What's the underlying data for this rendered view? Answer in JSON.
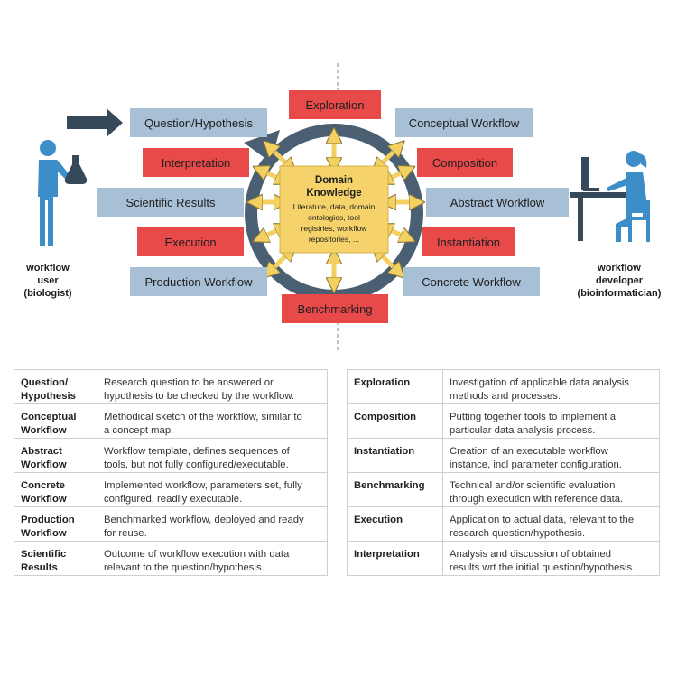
{
  "boxes": {
    "question": "Question/Hypothesis",
    "exploration": "Exploration",
    "conceptual": "Conceptual Workflow",
    "interpretation": "Interpretation",
    "composition": "Composition",
    "scientific_results": "Scientific Results",
    "abstract": "Abstract Workflow",
    "execution": "Execution",
    "instantiation": "Instantiation",
    "production": "Production Workflow",
    "concrete": "Concrete Workflow",
    "benchmarking": "Benchmarking"
  },
  "domain_knowledge": {
    "title1": "Domain",
    "title2": "Knowledge",
    "line1": "Literature, data, domain",
    "line2": "ontologies, tool",
    "line3": "registries, workflow",
    "line4": "repositories, ..."
  },
  "user": {
    "line1": "workflow",
    "line2": "user",
    "line3": "(biologist)"
  },
  "developer": {
    "line1": "workflow",
    "line2": "developer",
    "line3": "(bioinformatician)"
  },
  "colors": {
    "blue_box": "#a8c0d6",
    "red_box": "#e84a4a",
    "ring": "#4a6072",
    "domain_box": "#f5d36a",
    "arrow": "#f3d060",
    "person": "#3d8ec8"
  },
  "glossary_left": [
    {
      "term1": "Question/",
      "term2": "Hypothesis",
      "def1": "Research question to be answered or",
      "def2": "hypothesis to be checked by the workflow."
    },
    {
      "term1": "Conceptual",
      "term2": "Workflow",
      "def1": "Methodical sketch of the workflow, similar to",
      "def2": "a concept map."
    },
    {
      "term1": "Abstract",
      "term2": "Workflow",
      "def1": "Workflow template, defines sequences of",
      "def2": "tools, but not fully configured/executable."
    },
    {
      "term1": "Concrete",
      "term2": "Workflow",
      "def1": "Implemented workflow, parameters set, fully",
      "def2": "configured, readily executable."
    },
    {
      "term1": "Production",
      "term2": "Workflow",
      "def1": "Benchmarked workflow, deployed and ready",
      "def2": "for reuse."
    },
    {
      "term1": "Scientific",
      "term2": "Results",
      "def1": "Outcome of workflow execution with data",
      "def2": "relevant to the question/hypothesis."
    }
  ],
  "glossary_right": [
    {
      "term1": "Exploration",
      "term2": "",
      "def1": "Investigation of applicable data analysis",
      "def2": "methods and processes."
    },
    {
      "term1": "Composition",
      "term2": "",
      "def1": "Putting together tools to implement a",
      "def2": "particular data analysis process."
    },
    {
      "term1": "Instantiation",
      "term2": "",
      "def1": "Creation of an executable workflow",
      "def2": "instance, incl parameter configuration."
    },
    {
      "term1": "Benchmarking",
      "term2": "",
      "def1": "Technical and/or scientific evaluation",
      "def2": "through execution with reference data."
    },
    {
      "term1": "Execution",
      "term2": "",
      "def1": "Application to actual data, relevant to the",
      "def2": "research question/hypothesis."
    },
    {
      "term1": "Interpretation",
      "term2": "",
      "def1": "Analysis and discussion of obtained",
      "def2": "results wrt the initial question/hypothesis."
    }
  ]
}
